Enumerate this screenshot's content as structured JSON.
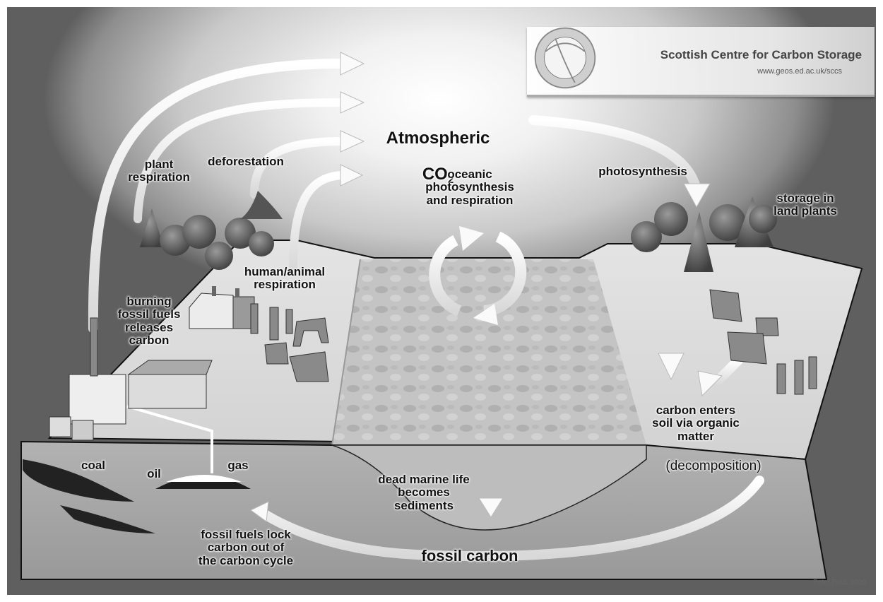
{
  "logo": {
    "title": "Scottish Centre for Carbon Storage",
    "url": "www.geos.ed.ac.uk/sccs",
    "seal_text": "Scottish Centre for Carbon Storage"
  },
  "atmosphere": {
    "title_line1": "Atmospheric",
    "title_line2": "CO",
    "subscript": "2"
  },
  "labels": {
    "plant_respiration": "plant\nrespiration",
    "deforestation": "deforestation",
    "human_animal_respiration": "human/animal\nrespiration",
    "burning_fossil_fuels": "burning\nfossil fuels\nreleases\ncarbon",
    "oceanic": "oceanic\nphotosynthesis\nand respiration",
    "photosynthesis": "photosynthesis",
    "storage": "storage in\nland plants",
    "carbon_enters_soil": "carbon enters\nsoil via organic\nmatter",
    "decomposition": "(decomposition)",
    "coal": "coal",
    "oil": "oil",
    "gas": "gas",
    "dead_marine": "dead marine life\nbecomes\nsediments",
    "fossil_lock": "fossil fuels lock\ncarbon out of\nthe carbon cycle",
    "fossil_carbon": "fossil carbon"
  },
  "credit": "Peter Reid, 2009"
}
